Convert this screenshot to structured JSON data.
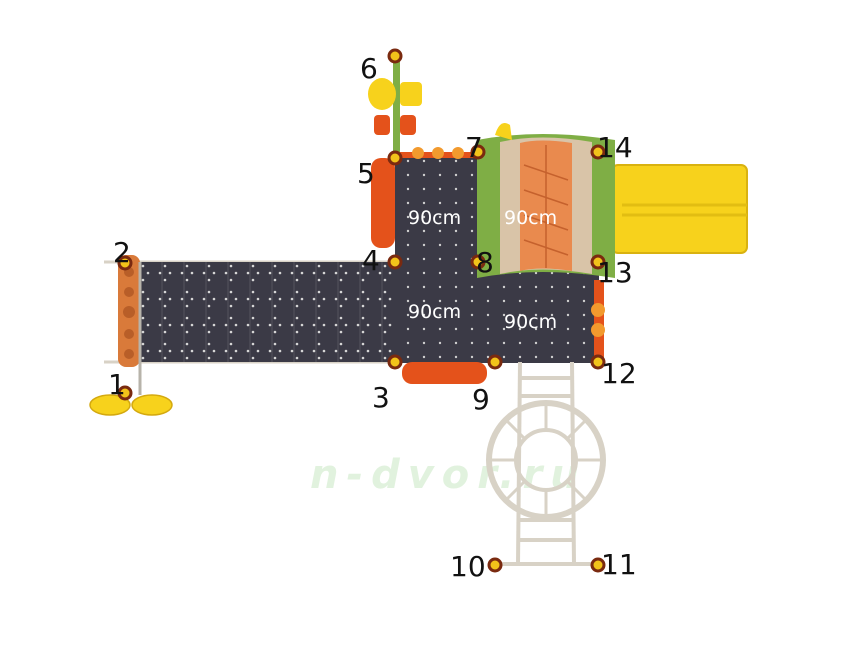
{
  "watermark": {
    "site": "n-dvor.ru",
    "color": "#c9e8c4"
  },
  "colors": {
    "deck": "#3b3a46",
    "frame_red": "#e4521b",
    "slide_yellow": "#f7d21c",
    "roof_green": "#7fae45",
    "roof_orange": "#e98a4e",
    "post": "#f2c31a",
    "rope": "#d8d2c6"
  },
  "posts": [
    {
      "id": "1",
      "label": "1"
    },
    {
      "id": "2",
      "label": "2"
    },
    {
      "id": "3",
      "label": "3"
    },
    {
      "id": "4",
      "label": "4"
    },
    {
      "id": "5",
      "label": "5"
    },
    {
      "id": "6",
      "label": "6"
    },
    {
      "id": "7",
      "label": "7"
    },
    {
      "id": "8",
      "label": "8"
    },
    {
      "id": "9",
      "label": "9"
    },
    {
      "id": "10",
      "label": "10"
    },
    {
      "id": "11",
      "label": "11"
    },
    {
      "id": "12",
      "label": "12"
    },
    {
      "id": "13",
      "label": "13"
    },
    {
      "id": "14",
      "label": "14"
    }
  ],
  "platforms": [
    {
      "id": "upper-left",
      "height_label": "90cm"
    },
    {
      "id": "upper-right",
      "height_label": "90cm"
    },
    {
      "id": "lower-left",
      "height_label": "90cm"
    },
    {
      "id": "lower-right",
      "height_label": "90cm"
    }
  ]
}
